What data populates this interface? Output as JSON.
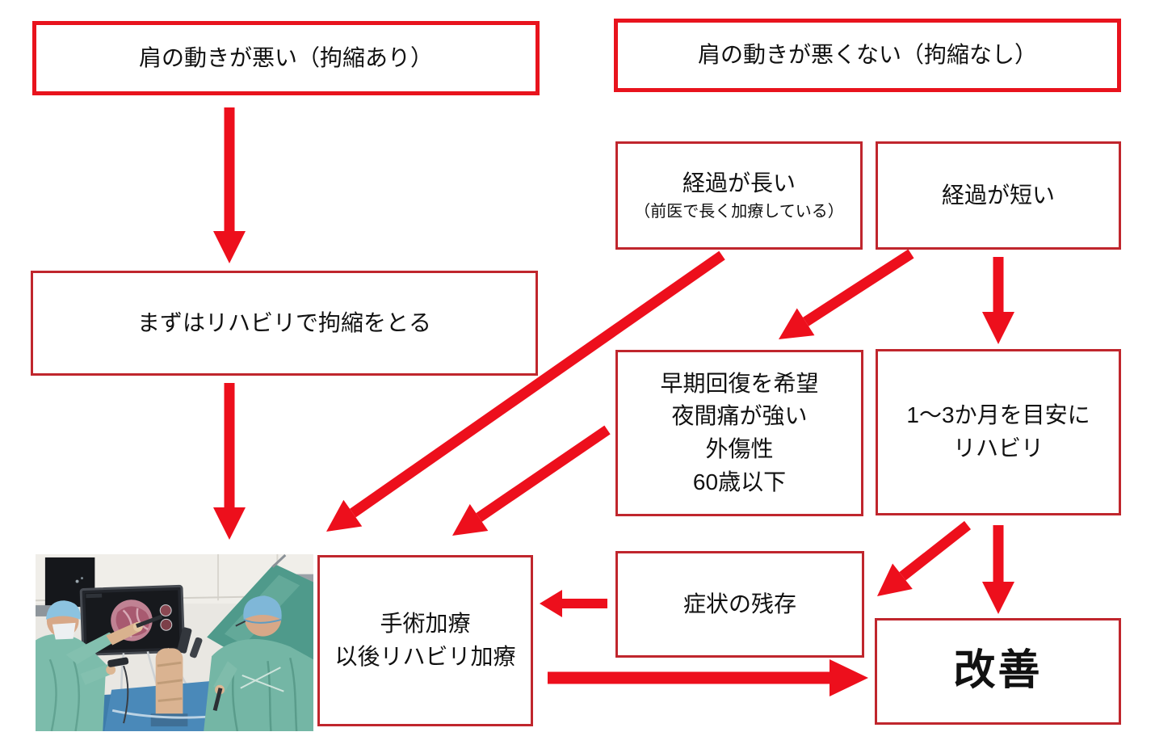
{
  "colors": {
    "box_border": "#c0262d",
    "emphasis_border": "#e8131d",
    "arrow": "#ed0f1c",
    "text": "#111111",
    "background": "#ffffff"
  },
  "boxes": {
    "stiff": {
      "label": "肩の動きが悪い（拘縮あり）"
    },
    "not_stiff": {
      "label": "肩の動きが悪くない（拘縮なし）"
    },
    "long_course": {
      "line1": "経過が長い",
      "line2": "（前医で長く加療している）"
    },
    "short_course": {
      "label": "経過が短い"
    },
    "rehab_first": {
      "label": "まずはリハビリで拘縮をとる"
    },
    "early_recovery": {
      "lines": [
        "早期回復を希望",
        "夜間痛が強い",
        "外傷性",
        "60歳以下"
      ]
    },
    "rehab_1_3": {
      "line1": "1～3か月を目安に",
      "line2": "リハビリ"
    },
    "surgery": {
      "line1": "手術加療",
      "line2": "以後リハビリ加療"
    },
    "residual": {
      "label": "症状の残存"
    },
    "improvement": {
      "label": "改善"
    }
  },
  "photo": {
    "name": "arthroscopic-shoulder-surgery-photo"
  },
  "edges": [
    {
      "from": "stiff",
      "to": "rehab-first"
    },
    {
      "from": "rehab-first",
      "to": "surgery-photo"
    },
    {
      "from": "long-course",
      "to": "surgery"
    },
    {
      "from": "short-course",
      "to": "early-recovery"
    },
    {
      "from": "short-course",
      "to": "rehab-1-3"
    },
    {
      "from": "early-recovery",
      "to": "surgery"
    },
    {
      "from": "rehab-1-3",
      "to": "residual"
    },
    {
      "from": "rehab-1-3",
      "to": "improvement"
    },
    {
      "from": "residual",
      "to": "surgery"
    },
    {
      "from": "surgery",
      "to": "improvement"
    }
  ]
}
